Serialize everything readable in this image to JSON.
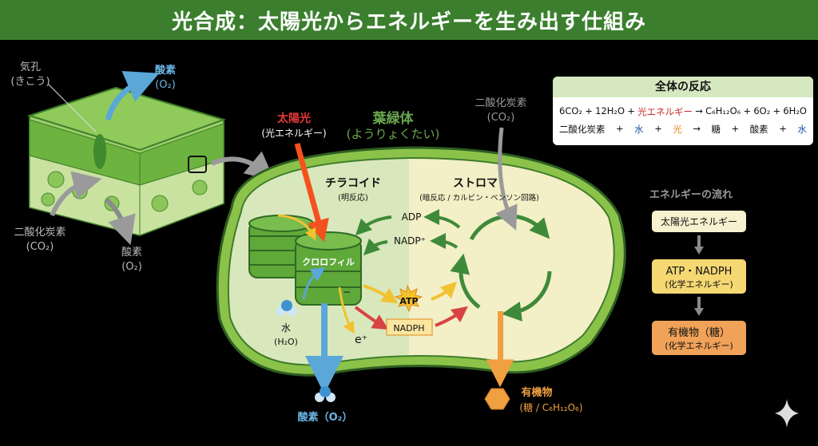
{
  "title": "光合成：太陽光からエネルギーを生み出す仕組み",
  "leaf": {
    "stoma_label": "気孔",
    "stoma_reading": "(きこう)",
    "oxygen_top_label": "酸素",
    "oxygen_top_formula": "(O₂)",
    "co2_label": "二酸化炭素",
    "co2_formula": "(CO₂)",
    "oxygen_bottom_label": "酸素",
    "oxygen_bottom_formula": "(O₂)"
  },
  "chloroplast": {
    "sunlight_label": "太陽光",
    "sunlight_sub": "(光エネルギー)",
    "title": "葉緑体",
    "title_reading": "(ようりょくたい)",
    "co2_label": "二酸化炭素",
    "co2_formula": "(CO₂)",
    "thylakoid_label": "チラコイド",
    "thylakoid_sub": "(明反応)",
    "stroma_label": "ストロマ",
    "stroma_sub": "(暗反応 / カルビン・ベンソン回路)",
    "adp": "ADP",
    "nadp": "NADP⁺",
    "chlorophyll": "クロロフィル",
    "minus": "−",
    "atp": "ATP",
    "nadph": "NADPH",
    "water_label": "水",
    "water_formula": "(H₂O)",
    "electron": "e⁺",
    "oxygen_out": "酸素（O₂）",
    "organic_label": "有機物",
    "organic_sub": "(糖 / C₆H₁₂O₆)"
  },
  "overall_reaction": {
    "title": "全体の反応",
    "formula": [
      "6CO₂",
      "+",
      "12H₂O",
      "+",
      "光エネルギー",
      "→",
      "C₆H₁₂O₆",
      "+",
      "6O₂",
      "+",
      "6H₂O"
    ],
    "words": [
      "二酸化炭素",
      "+",
      "水",
      "+",
      "光",
      "→",
      "糖",
      "+",
      "酸素",
      "+",
      "水"
    ]
  },
  "energy_flow": {
    "title": "エネルギーの流れ",
    "steps": [
      {
        "label": "太陽光エネルギー",
        "sub": "",
        "color": "#f7f1cf"
      },
      {
        "label": "ATP・NADPH",
        "sub": "(化学エネルギー)",
        "color": "#f6d873"
      },
      {
        "label": "有機物（糖）",
        "sub": "(化学エネルギー)",
        "color": "#f0a258"
      }
    ]
  },
  "colors": {
    "title_bar": "#3b7f2e",
    "oxygen": "#5aa7d8",
    "sunlight": "#e53935",
    "chloroplast_title": "#6aa84f",
    "organic": "#f0a040"
  }
}
